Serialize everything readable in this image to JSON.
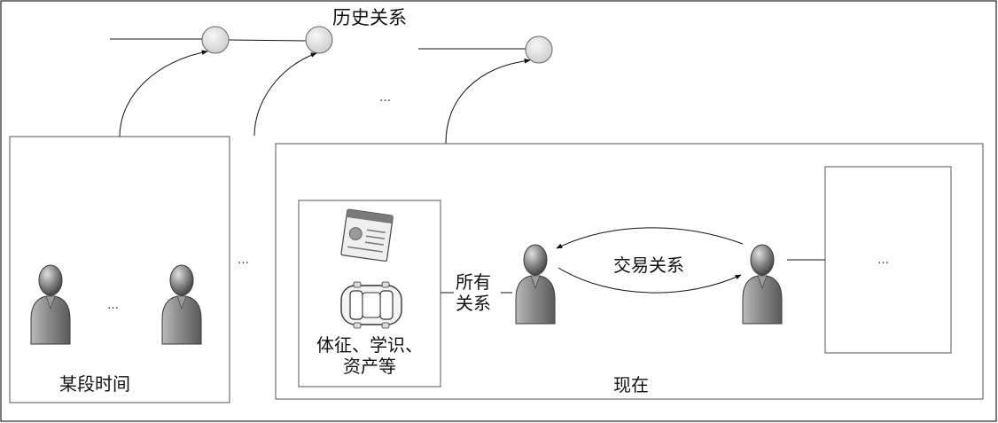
{
  "labels": {
    "history_relations": "历史关系",
    "period": "某段时间",
    "now": "现在",
    "owned_relations_line1": "所有",
    "owned_relations_line2": "关系",
    "trade_relations": "交易关系",
    "attributes_line1": "体征、学识、",
    "attributes_line2": "资产等",
    "ellipsis": "…"
  },
  "icons": {
    "person": "person-icon",
    "id_card": "id-card-icon",
    "car": "car-icon"
  },
  "colors": {
    "line": "#111111",
    "box_border": "#555555",
    "node_fill": "#e6e6e6",
    "person_fill": "#8c8c8c"
  }
}
